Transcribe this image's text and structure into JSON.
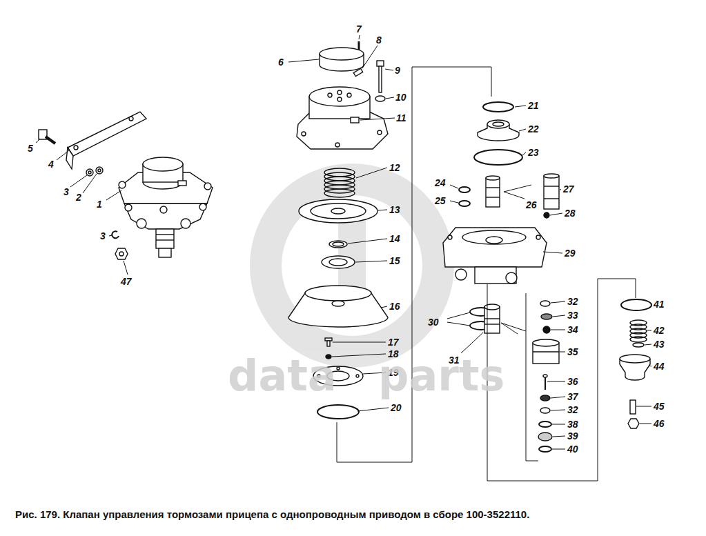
{
  "diagram": {
    "caption": "Рис. 179. Клапан управления тормозами прицепа с однопроводным приводом в сборе 100-3522110.",
    "labels": [
      "7",
      "8",
      "6",
      "9",
      "10",
      "11",
      "5",
      "4",
      "3",
      "2",
      "1",
      "3",
      "47",
      "12",
      "13",
      "14",
      "15",
      "16",
      "17",
      "18",
      "19",
      "20",
      "21",
      "22",
      "23",
      "24",
      "25",
      "26",
      "27",
      "28",
      "29",
      "30",
      "31",
      "32",
      "33",
      "34",
      "35",
      "36",
      "37",
      "32",
      "38",
      "39",
      "40",
      "41",
      "42",
      "43",
      "44",
      "45",
      "46",
      "data",
      "parts"
    ]
  }
}
